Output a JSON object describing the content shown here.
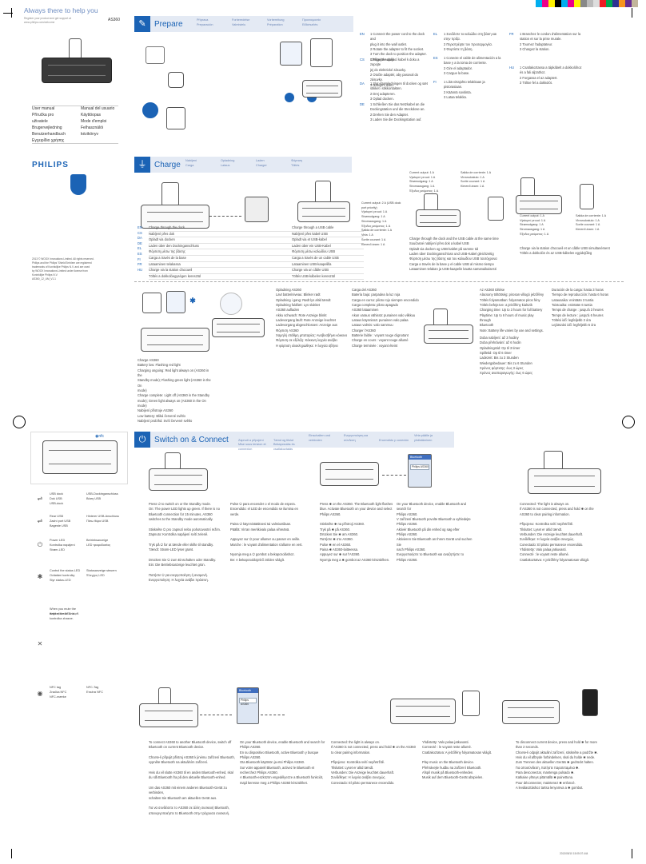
{
  "header": {
    "tagline": "Always there to help you",
    "tagline_small": "Register your product and get support at\nwww.philips.com/welcome",
    "model": "AS360"
  },
  "manuals": {
    "left": [
      "User manual",
      "Příručka pro uživatele",
      "Brugervejledning",
      "Benutzerhandbuch",
      "Εγχειρίδιο χρήσης"
    ],
    "right": [
      "Manual del usuario",
      "Käyttöopas",
      "Mode d'emploi",
      "Felhasználói kézikönyv"
    ]
  },
  "brand": {
    "name": "PHILIPS"
  },
  "legal": "2013 © WOOX Innovations Limited. All rights reserved.\nPhilips and the Philips' Shield Emblem are registered\ntrademarks of Koninklijke Philips N.V. and are used\nby WOOX Innovations Limited under license from\nKoninklijke Philips N.V.\nAS360_12_UM_V1.1",
  "footer_code": "2013/05/10  15:05:07.444",
  "prepare": {
    "title": "Prepare",
    "subtitles": [
      "Příprava",
      "Forberedelse",
      "Vorbereitung",
      "Προετοιμασία",
      "Preparación",
      "Valmistelu",
      "Préparation",
      "Előkészítés"
    ],
    "steps_1": "1  Connect the power cord to the dock and\n    plug it into the wall outlet.\n2  Rotate the adapter to fit the socket.\n3  Turn the dock to position the adapter.\n    Charge the dock.",
    "steps_2": "1  Připojte napájecí kabel k doku a zapojte\n    jej do elektrické zásuvky.\n2  Otočte adaptér, aby pasoval do zásuvky.\n3  Nabíjení doku.",
    "steps_3": "1  Slut strømledningen til docken og sæt\n    stikket i stikkontakten.\n2  Drej adapteren.\n3  Oplad docken.",
    "steps_4": "1  Schließen Sie das Netzkabel an die\n    Dockingstation und die Steckdose an.\n2  Drehen Sie den Adapter.\n3  Laden Sie die Dockingstation auf.",
    "steps_5": "1  Συνδέστε το καλώδιο στη βάση και\n    στην πρίζα.\n2  Περιστρέψτε τον προσαρμογέα.\n3  Φορτίστε τη βάση.",
    "steps_6": "1  Conecte el cable de alimentación a la\n    base y a la toma de corriente.\n2  Gire el adaptador.\n3  Cargue la base.",
    "steps_7": "1  Liitä virtajohto telakkaan ja\n    pistorasiaan.\n2  Käännä sovitinta.\n3  Lataa telakka.",
    "steps_8": "1  Branchez le cordon d'alimentation sur la\n    station et sur la prise murale.\n2  Tournez l'adaptateur.\n3  Chargez la station.",
    "steps_9": "1  Csatlakoztassa a tápkábelt a dokkolóhoz\n    és a fali aljzathoz.\n2  Forgassa el az adaptert.\n3  Töltse fel a dokkolót.",
    "langs": [
      "EN",
      "CS",
      "DA",
      "DE",
      "EL",
      "ES",
      "FI",
      "FR",
      "HU"
    ]
  },
  "charge": {
    "title": "Charge",
    "subtitles": [
      "Nabíjení",
      "Opladning",
      "Laden",
      "Φόρτιση",
      "Carga",
      "Lataus",
      "Charger",
      "Töltés"
    ],
    "langs": [
      "EN",
      "CS",
      "DA",
      "DE",
      "EL",
      "ES",
      "FI",
      "FR",
      "HU"
    ],
    "lines_1": [
      "Charge through the dock",
      "Nabíjení přes dok",
      "Opladt via docken",
      "Laden über den Dockinganschluss",
      "Φόρτιση μέσω της βάσης",
      "Carga a través de la base",
      "Lataaminen telakassa",
      "Charge via la station d'accueil",
      "Töltés a dokkolóegységen keresztül"
    ],
    "lines_2": [
      "Charge through a USB cable",
      "Nabíjení přes kabel USB",
      "Opladt via et USB-kabel",
      "Laden über ein USB-Kabel",
      "Φόρτιση μέσω καλωδίου USB",
      "Carga a través de un cable USB",
      "Lataaminen USB-kaapelilla",
      "Charge via un câble USB",
      "Töltés USB-kábelen keresztül"
    ],
    "out_a": "Current output: 2 A (USB dock port priority)\nVýstupní proud: 1 A\nStrømudgang: 1 A\nStromausgang: 1 A\nΈξοδος ρεύματος: 1 A\nSalida de corriente: 1 A\nVirta: 1 A\nSortie courant: 1 A\nKimenő áram: 1 A",
    "out_b": "Current output: 1 A\nVýstupní proud: 1 A\nStrømudgang: 1 A\nStromausgang: 1 A\nΈξοδος ρεύματος: 1 A",
    "out_c": "Salida de corriente: 1 A\nVirranulostulo: 1 A\nSortie courant: 1 A\nKimenő áram: 1 A",
    "note_1": "Charge through the dock and the USB cable at the same time\nSoučasné nabíjení přes dok a kabel USB\nOpladt via docken og USB-kablet på samme tid\nLaden über Dockinganschluss und USB-Kabel gleichzeitig\nΦόρτιση μέσω της βάσης και του καλωδίου USB ταυτόχρονα\nCarga a través de la base y el cable USB al mismo tiempo\nLataaminen telakan ja USB-kaapelin kautta samanaikaisesti",
    "note_2": "Charge via la station d'accueil et un câble USB simultanément\nTöltés a dokkolón és az USB-kábelen egyidejűleg"
  },
  "mid": {
    "charge_a": "Charge AS360\nBattery low: Flashing red light\nCharging ongoing: Red light always on (AS360 in the\nStandby mode); Flashing green light (AS360 in the On\nmode)\nCharge complete: Light off (AS360 in the Standby\nmode); Green light always on (AS360 in the On mode)\nNabíjení přístroje AS360\nLow battery: Bliká červené světlo\nNabíjení probíhá: Svítí červené světlo",
    "charge_b": "Opladning AS360\nLavt batteriniveau: Blinker rødt\nOpladning i gang: Rødt lys altid tændt\nOpladning fuldført: Lys slukket\nAS360 aufladen\nAkku schwach: Rote Anzeige blinkt\nLadevorgang läuft: Rote Anzeige leuchtet\nLadevorgang abgeschlossen: Anzeige aus\nΦόρτιση AS360\nΧαμηλή στάθμη μπαταρίας: Αναβοσβήνει κόκκινο\nΦόρτιση σε εξέλιξη: Κόκκινη λυχνία ανάβει\nΗ φόρτιση ολοκληρώθηκε: Η λυχνία σβήνει",
    "charge_c": "Carga del AS360\nBatería baja: parpadea la luz roja\nCarga en curso: piloto rojo siempre encendido\nCarga completa: piloto apagado\nAS360 lataaminen\nAkun varaus vähissä: punainen valo vilkkuu\nLataus käynnissä: punainen valo palaa\nLataus valmis: valo sammuu\nCharger l'AS360\nBatterie faible : voyant rouge clignotant\nCharge en cours : voyant rouge allumé\nCharge terminée : voyant éteint",
    "charge_d": "Az AS360 töltése\nAlacsony töltöttség: pirosan villogó jelzőfény\nTöltés folyamatban: folyamatos piros fény\nTöltés befejezve: a jelzőfény kialszik\nCharging time: Up to 3 hours for full battery\nPlaytime: Up to 6 hours of music play through\nBluetooth\nNote: Battery life varies by use and settings.",
    "charge_e": "Doba nabíjení: až 3 hodiny\nDoba přehrávání: až 6 hodin\nOpladningstid: Op til 3 timer\nSpilletid: Op til 6 timer\nLadezeit: Bis zu 3 Stunden\nWiedergabedauer: Bis zu 6 Stunden\nΧρόνος φόρτισης: έως 3 ώρες\nΧρόνος αναπαραγωγής: έως 6 ώρες",
    "charge_f": "Duración de la carga: hasta 3 horas\nTiempo de reproducción: hasta 6 horas\nLatausaika: enintään 3 tuntia\nToistoaika: enintään 6 tuntia\nTemps de charge : jusqu'à 3 heures\nTemps de lecture : jusqu'à 6 heures\nTöltési idő: legfeljebb 3 óra\nLejátszási idő: legfeljebb 6 óra"
  },
  "switch": {
    "title": "Switch on & Connect",
    "subtitles": [
      "Zapnutí a připojení",
      "Tænd og tilslut",
      "Einschalten und verbinden",
      "Ενεργοποίηση και σύνδεση",
      "Encendido y conexión",
      "Virta päälle ja yhdistäminen",
      "Mise sous tension et connexion",
      "Bekapcsolás és csatlakoztatás"
    ],
    "legend": [
      [
        "USB dock",
        "Dok USB",
        "USB-dock",
        "USB-Dockinganschluss",
        "Βάση USB"
      ],
      [
        "Rear USB",
        "Zadní port USB",
        "Bageste USB",
        "Hinterer USB-Anschluss",
        "Πίσω θύρα USB"
      ],
      [
        "Power LED",
        "Kontrolka napájení",
        "Strøm-LED",
        "Betriebsanzeige",
        "LED τροφοδοσίας"
      ],
      [
        "Control the status LED",
        "Ovládání kontrolky",
        "Styr status-LED",
        "Statusanzeige steuern",
        "Έλεγχος LED"
      ],
      [
        "When you mute the device, the LED is off.",
        "Když ztlumíte zvuk, kontrolka zhasne."
      ],
      [
        "NFC tag",
        "Značka NFC",
        "NFC-mærke",
        "NFC-Tag",
        "Ετικέτα NFC"
      ]
    ],
    "step_a": "Press ⏻ to switch on or the Standby mode.\nOn: The power LED lights up green. If there is no\nBluetooth connection for 15 minutes, AS360\nswitches to the Standby mode automatically.\n\nStiskněte ⏻ pro zapnutí nebo pohotovostní režim.\nZapnuto: Kontrolka napájení svítí zeleně.\n\nTryk på ⏻ for at tænde eller skifte til standby.\nTændt: Strøm-LED lyser grønt.\n\nDrücken Sie ⏻ zum Einschalten oder Standby.\nEin: Die Betriebsanzeige leuchtet grün.\n\nΠατήστε ⏻ για ενεργοποίηση ή αναμονή.\nΕνεργοποίηση: Η λυχνία ανάβει πράσινη.",
    "step_b": "Pulse ⏻ para encender o el modo de espera.\nEncendido: el LED de encendido se ilumina en verde.\n\nPaina ⏻ käynnistääksesi tai valmiustilaan.\nPäällä: Virran merkkivalo palaa vihreänä.\n\nAppuyez sur ⏻ pour allumer ou passer en veille.\nMarche : le voyant d'alimentation s'allume en vert.\n\nNyomja meg a ⏻ gombot a bekapcsoláshoz.\nBe: A bekapcsolásjelző zölden világít.",
    "step_c": "Press ✱ on the AS360. The Bluetooth light flashes\nblue. Activate Bluetooth on your device and select\nPhilips AS360.\n\nStiskněte ✱ na přístroji AS360.\nTryk på ✱ på AS360.\nDrücken Sie ✱ am AS360.\nΠατήστε ✱ στο AS360.\nPulse ✱ en el AS360.\nPaina ✱ AS360-laitteessa.\nAppuyez sur ✱ sur l'AS360.\nNyomja meg a ✱ gombot az AS360 készüléken.",
    "step_d": "On your Bluetooth device, enable Bluetooth and search for\nPhilips AS360.\nV zařízení Bluetooth povolte Bluetooth a vyhledejte\nPhilips AS360.\nAktivér Bluetooth på din enhed og søg efter\nPhilips AS360.\nAktivieren Sie Bluetooth an Ihrem Gerät und suchen Sie\nnach Philips AS360.\nΕνεργοποιήστε το Bluetooth και αναζητήστε το\nPhilips AS360.",
    "step_e": "Connected: The light is always on.\nIf AS360 is not connected, press and hold ✱ on the\nAS360 to clear pairing information.\n\nPřipojeno: Kontrolka svítí nepřetržitě.\nTilsluttet: Lyset er altid tændt.\nVerbunden: Die Anzeige leuchtet dauerhaft.\nΣυνδέθηκε: Η λυχνία ανάβει συνεχώς.\nConectado: El piloto permanece encendido.\nYhdistetty: Valo palaa jatkuvasti.\nConnecté : le voyant reste allumé.\nCsatlakoztatva: A jelzőfény folyamatosan világít.",
    "nfc_a": "To connect AS360 to another Bluetooth device, switch off\nBluetooth on current Bluetooth device.\n\nChcete-li připojit přístroj AS360 k jinému zařízení Bluetooth,\nvypněte Bluetooth na aktuálním zařízení.\n\nHvis du vil slutte AS360 til en anden Bluetooth-enhed, skal\ndu slå Bluetooth fra på den aktuelle Bluetooth-enhed.\n\nUm das AS360 mit einem anderen Bluetooth-Gerät zu verbinden,\nschalten Sie Bluetooth am aktuellen Gerät aus.\n\nΓια να συνδέσετε το AS360 σε άλλη συσκευή Bluetooth,\nαπενεργοποιήστε το Bluetooth στην τρέχουσα συσκευή.",
    "nfc_b": "On your Bluetooth device, enable Bluetooth and search for\nPhilips AS360.\nEn su dispositivo Bluetooth, active Bluetooth y busque\nPhilips AS360.\nOta Bluetooth käyttöön ja etsi Philips AS360.\nSur votre appareil Bluetooth, activez le Bluetooth et\nrecherchez Philips AS360.\nA Bluetooth-eszközön engedélyezze a Bluetooth funkciót,\nmajd keresse meg a Philips AS360 készüléket.",
    "nfc_c": "Connected: the light is always on.\nIf AS360 is not connected, press and hold ✱ on the AS360\nto clear pairing information.\n\nPřipojeno: Kontrolka svítí nepřetržitě.\nTilsluttet: Lyset er altid tændt.\nVerbunden: Die Anzeige leuchtet dauerhaft.\nΣυνδέθηκε: Η λυχνία ανάβει συνεχώς.\nConectado: El piloto permanece encendido.",
    "nfc_d": "Yhdistetty: Valo palaa jatkuvasti.\nConnecté : le voyant reste allumé.\nCsatlakoztatva: A jelzőfény folyamatosan világít.\n\nPlay music on the Bluetooth device.\nPřehrávejte hudbu na zařízení Bluetooth.\nAfspil musik på Bluetooth-enheden.\nMusik auf dem Bluetooth-Gerät abspielen.",
    "nfc_e": "To disconnect current device, press and hold ✱ for more\nthan 2 seconds.\nChcete-li odpojit aktuální zařízení, stiskněte a podržte ✱.\nHvis du vil afbryde forbindelsen, skal du holde ✱ nede.\nZum Trennen des aktuellen Geräts ✱ gedrückt halten.\nΓια αποσύνδεση, πατήστε παρατεταμένα ✱.\nPara desconectar, mantenga pulsado ✱.\nKatkaise yhteys pitämällä ✱ painettuna.\nPour déconnecter, maintenez ✱ enfoncé.\nA leválasztáshoz tartsa lenyomva a ✱ gombot."
  },
  "screen": {
    "bar": "Bluetooth",
    "item": "Philips AS360"
  }
}
